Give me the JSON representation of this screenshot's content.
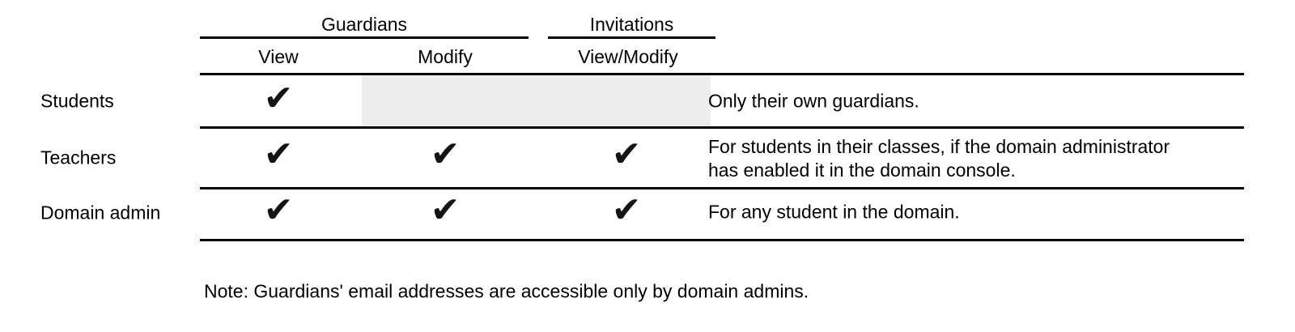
{
  "table": {
    "column_groups": [
      {
        "label": "Guardians",
        "columns": [
          "View",
          "Modify"
        ]
      },
      {
        "label": "Invitations",
        "columns": [
          "View/Modify"
        ]
      }
    ],
    "columns": [
      {
        "label": "View"
      },
      {
        "label": "Modify"
      },
      {
        "label": "View/Modify"
      }
    ],
    "check_glyph": "✔",
    "rows": [
      {
        "label": "Students",
        "checks": {
          "view": "✔",
          "modify": "",
          "view_modify": ""
        },
        "restricted_area": "Modify and View/Modify not available",
        "comment_lines": [
          "Only their own guardians."
        ]
      },
      {
        "label": "Teachers",
        "checks": {
          "view": "✔",
          "modify": "✔",
          "view_modify": "✔"
        },
        "comment_lines": [
          "For students in their classes, if the domain administrator",
          "has enabled it in the domain console."
        ]
      },
      {
        "label": "Domain admin",
        "checks": {
          "view": "✔",
          "modify": "✔",
          "view_modify": "✔"
        },
        "comment_lines": [
          "For any student in the domain."
        ]
      }
    ]
  },
  "note": "Note: Guardians' email addresses are accessible only by domain admins.",
  "colors": {
    "text": "#000000",
    "rule": "#000000",
    "restricted_cell": "#ededed",
    "background": "#ffffff"
  }
}
